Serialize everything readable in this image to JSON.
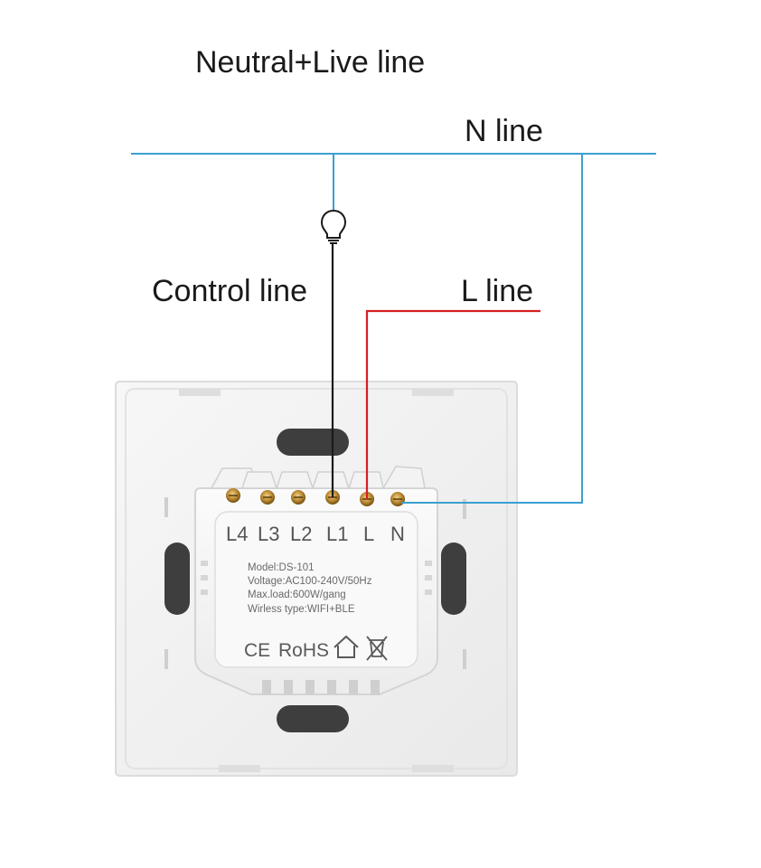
{
  "title": "Neutral+Live line",
  "labels": {
    "n_line": "N line",
    "control_line": "Control line",
    "l_line": "L line"
  },
  "terminals": [
    "L4",
    "L3",
    "L2",
    "L1",
    "L",
    "N"
  ],
  "spec": {
    "model": "Model:DS-101",
    "voltage": "Voltage:AC100-240V/50Hz",
    "max_load": "Max.load:600W/gang",
    "wireless": "Wirless type:WIFI+BLE"
  },
  "marks": {
    "ce": "CE",
    "rohs": "RoHS"
  },
  "colors": {
    "n_wire": "#3aa0d0",
    "l_wire": "#d42020",
    "control_wire": "#1a1a1a",
    "plate": "#f2f2f2",
    "screw": "#b8862e"
  },
  "icons": [
    "bulb-icon",
    "house-icon",
    "weee-bin-icon"
  ]
}
